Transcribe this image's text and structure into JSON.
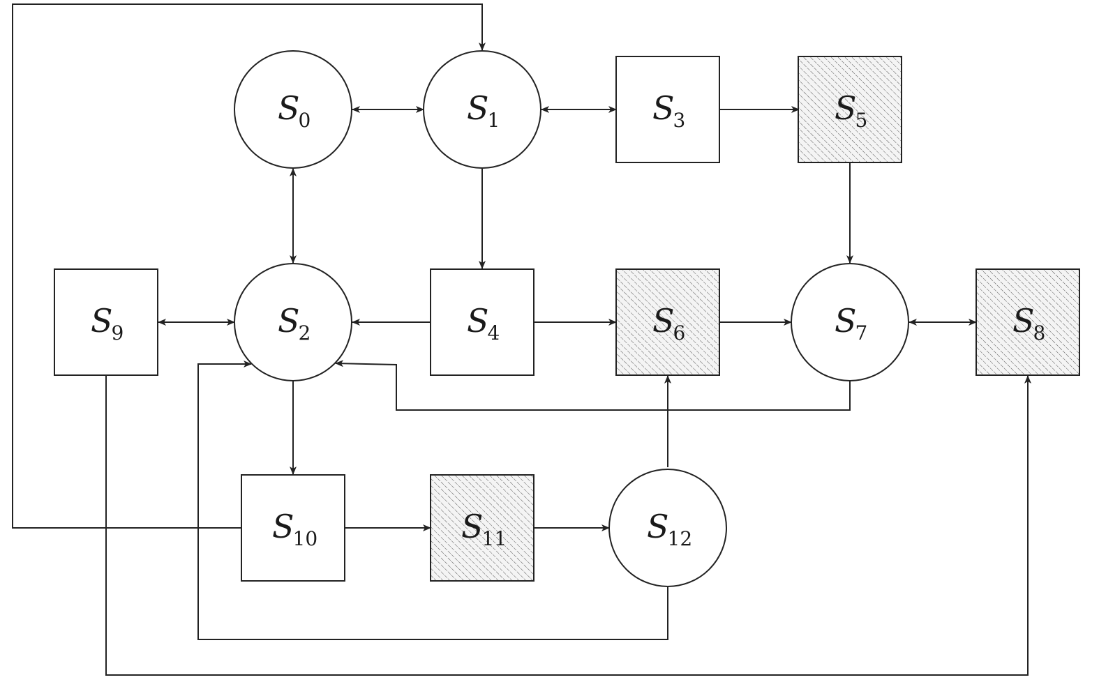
{
  "diagram": {
    "nodes": [
      {
        "id": "S0",
        "letter": "S",
        "subscript": "0",
        "shape": "circle",
        "hatched": false
      },
      {
        "id": "S1",
        "letter": "S",
        "subscript": "1",
        "shape": "circle",
        "hatched": false
      },
      {
        "id": "S2",
        "letter": "S",
        "subscript": "2",
        "shape": "circle",
        "hatched": false
      },
      {
        "id": "S3",
        "letter": "S",
        "subscript": "3",
        "shape": "square",
        "hatched": false
      },
      {
        "id": "S4",
        "letter": "S",
        "subscript": "4",
        "shape": "square",
        "hatched": false
      },
      {
        "id": "S5",
        "letter": "S",
        "subscript": "5",
        "shape": "square",
        "hatched": true
      },
      {
        "id": "S6",
        "letter": "S",
        "subscript": "6",
        "shape": "square",
        "hatched": true
      },
      {
        "id": "S7",
        "letter": "S",
        "subscript": "7",
        "shape": "circle",
        "hatched": false
      },
      {
        "id": "S8",
        "letter": "S",
        "subscript": "8",
        "shape": "square",
        "hatched": true
      },
      {
        "id": "S9",
        "letter": "S",
        "subscript": "9",
        "shape": "square",
        "hatched": false
      },
      {
        "id": "S10",
        "letter": "S",
        "subscript": "10",
        "shape": "square",
        "hatched": false
      },
      {
        "id": "S11",
        "letter": "S",
        "subscript": "11",
        "shape": "square",
        "hatched": true
      },
      {
        "id": "S12",
        "letter": "S",
        "subscript": "12",
        "shape": "circle",
        "hatched": false
      }
    ],
    "edges": [
      {
        "from": "S0",
        "to": "S1",
        "bidirectional": true
      },
      {
        "from": "S1",
        "to": "S3",
        "bidirectional": true
      },
      {
        "from": "S3",
        "to": "S5",
        "bidirectional": false
      },
      {
        "from": "S0",
        "to": "S2",
        "bidirectional": true
      },
      {
        "from": "S1",
        "to": "S4",
        "bidirectional": false
      },
      {
        "from": "S5",
        "to": "S7",
        "bidirectional": false
      },
      {
        "from": "S9",
        "to": "S2",
        "bidirectional": true
      },
      {
        "from": "S4",
        "to": "S2",
        "bidirectional": false
      },
      {
        "from": "S4",
        "to": "S6",
        "bidirectional": false
      },
      {
        "from": "S6",
        "to": "S7",
        "bidirectional": false
      },
      {
        "from": "S7",
        "to": "S8",
        "bidirectional": true
      },
      {
        "from": "S2",
        "to": "S10",
        "bidirectional": false
      },
      {
        "from": "S10",
        "to": "S11",
        "bidirectional": false
      },
      {
        "from": "S11",
        "to": "S12",
        "bidirectional": false
      },
      {
        "from": "S7",
        "to": "S2",
        "bidirectional": false
      },
      {
        "from": "S12",
        "to": "S6",
        "bidirectional": false
      },
      {
        "from": "S12",
        "to": "S2",
        "bidirectional": false
      },
      {
        "from": "S10",
        "to": "S1",
        "bidirectional": false
      },
      {
        "from": "S9",
        "to": "S8",
        "bidirectional": false
      }
    ]
  }
}
